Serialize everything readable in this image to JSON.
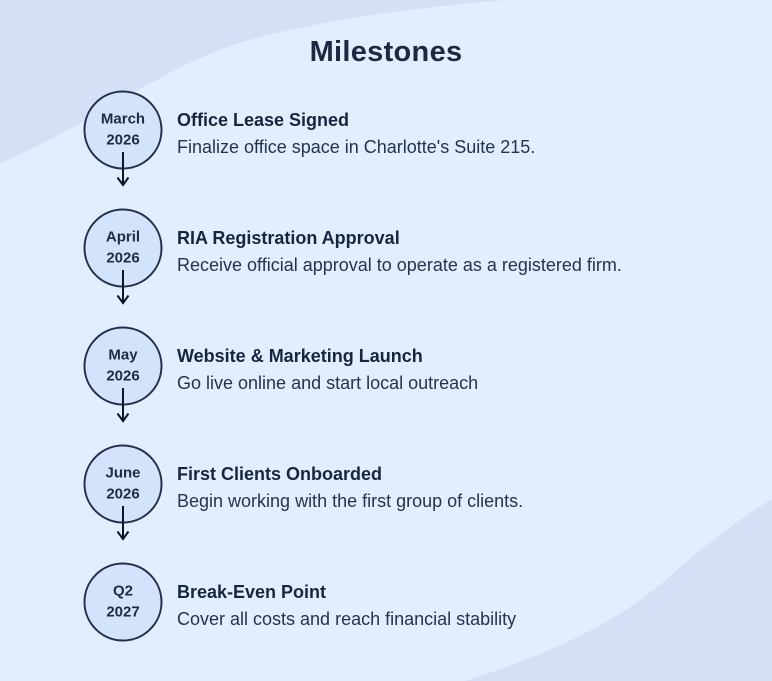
{
  "page": {
    "title": "Milestones"
  },
  "timeline": {
    "items": [
      {
        "period": "March",
        "year": "2026",
        "title": "Office Lease Signed",
        "description": "Finalize office space in Charlotte's Suite 215."
      },
      {
        "period": "April",
        "year": "2026",
        "title": "RIA Registration Approval",
        "description": "Receive official approval to operate as a registered firm."
      },
      {
        "period": "May",
        "year": "2026",
        "title": "Website & Marketing Launch",
        "description": "Go live online and start local outreach"
      },
      {
        "period": "June",
        "year": "2026",
        "title": "First Clients Onboarded",
        "description": "Begin working with the first group of clients."
      },
      {
        "period": "Q2",
        "year": "2027",
        "title": "Break-Even Point",
        "description": "Cover all costs and reach financial stability"
      }
    ]
  },
  "icons": {
    "connector": "arrow-down-icon"
  },
  "colors": {
    "background": "#e2edfd",
    "background_wave": "#d3e0f6",
    "badge_fill": "#d4e3fc",
    "badge_border": "#22304e",
    "title_text": "#1b2942",
    "item_title_text": "#17263f",
    "item_description_text": "#24344e",
    "arrow": "#0e1626"
  }
}
